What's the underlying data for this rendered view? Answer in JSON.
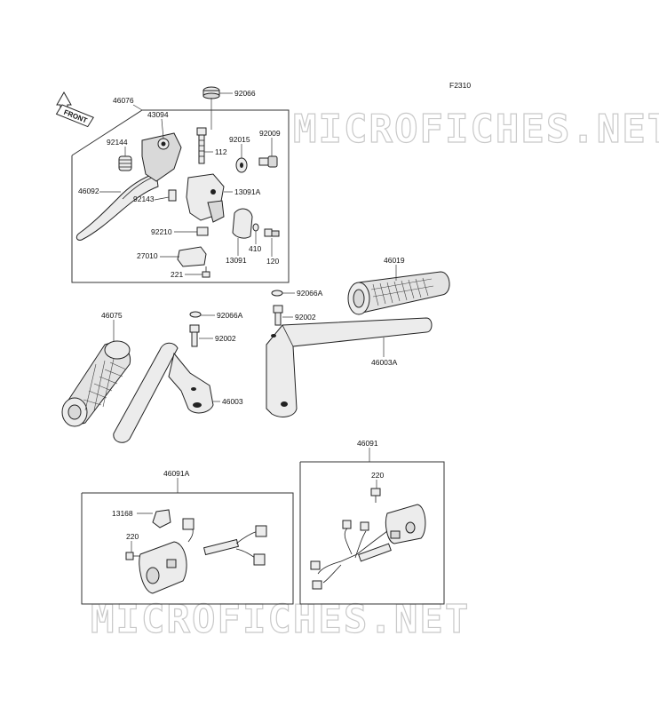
{
  "diagram": {
    "figure_code": "F2310",
    "front_label": "FRONT",
    "watermark": "MICROFICHES.NET",
    "labels": {
      "p46076": "46076",
      "p43094": "43094",
      "p92066": "92066",
      "p92144": "92144",
      "p92015": "92015",
      "p92009": "92009",
      "p112": "112",
      "p46092": "46092",
      "p92143": "92143",
      "p13091A": "13091A",
      "p92210": "92210",
      "p410": "410",
      "p27010": "27010",
      "p13091": "13091",
      "p120": "120",
      "p221": "221",
      "p46019": "46019",
      "p92066A_r": "92066A",
      "p92002_r": "92002",
      "p46003A": "46003A",
      "p46075": "46075",
      "p92066A_l": "92066A",
      "p92002_l": "92002",
      "p46003": "46003",
      "p46091": "46091",
      "p220_r": "220",
      "p46091A": "46091A",
      "p13168": "13168",
      "p220_l": "220"
    }
  }
}
